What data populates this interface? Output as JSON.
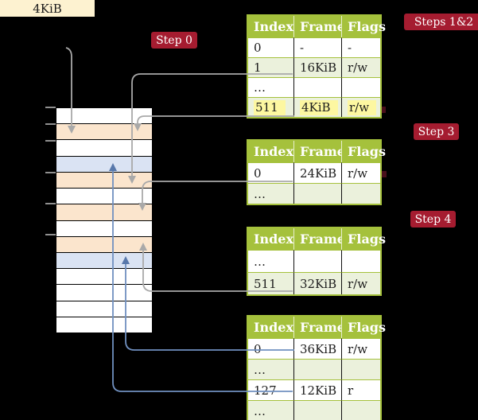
{
  "frame_label_box": {
    "label": "4KiB"
  },
  "badges": {
    "step0": {
      "label": "Step 0"
    },
    "steps12": {
      "label": "Steps 1&2"
    },
    "step3": {
      "label": "Step 3"
    },
    "step4": {
      "label": "Step 4"
    }
  },
  "memory": {
    "description": "physical memory column, 14 frame rows top to bottom",
    "rows": [
      {
        "css": "mrow white"
      },
      {
        "css": "mrow orange"
      },
      {
        "css": "mrow white"
      },
      {
        "css": "mrow blue"
      },
      {
        "css": "mrow orange"
      },
      {
        "css": "mrow white"
      },
      {
        "css": "mrow orange"
      },
      {
        "css": "mrow white"
      },
      {
        "css": "mrow orange"
      },
      {
        "css": "mrow blue"
      },
      {
        "css": "mrow white"
      },
      {
        "css": "mrow white"
      },
      {
        "css": "mrow white"
      },
      {
        "css": "mrow white"
      }
    ]
  },
  "tables": [
    {
      "name": "page-table-top",
      "headers": [
        "Index",
        "Frame",
        "Flags"
      ],
      "rows": [
        [
          "0",
          "-",
          "-"
        ],
        [
          "1",
          "16KiB",
          "r/w"
        ],
        [
          "…",
          "",
          ""
        ],
        [
          "511",
          "4KiB",
          "r/w"
        ]
      ],
      "highlighted_row": "511 | 4KiB | r/w"
    },
    {
      "name": "page-table-second",
      "headers": [
        "Index",
        "Frame",
        "Flags"
      ],
      "rows": [
        [
          "0",
          "24KiB",
          "r/w"
        ],
        [
          "…",
          "",
          ""
        ]
      ]
    },
    {
      "name": "page-table-third",
      "headers": [
        "Index",
        "Frame",
        "Flags"
      ],
      "rows": [
        [
          "…",
          "",
          ""
        ],
        [
          "511",
          "32KiB",
          "r/w"
        ]
      ]
    },
    {
      "name": "page-table-bottom",
      "headers": [
        "Index",
        "Frame",
        "Flags"
      ],
      "rows": [
        [
          "0",
          "36KiB",
          "r/w"
        ],
        [
          "…",
          "",
          ""
        ],
        [
          "127",
          "12KiB",
          "r"
        ],
        [
          "…",
          "",
          ""
        ]
      ]
    }
  ],
  "colors": {
    "badge_red": "#a51c30",
    "table_header_green": "#a5c13c",
    "table_row_pale_green": "#ebf1dc",
    "highlight_yellow": "#fdf7a1",
    "frame_label_cream": "#fdf2d0",
    "memory_row_orange": "#fbe5cd",
    "memory_row_blue": "#dae3f3",
    "connector_grey": "#a9a9a9",
    "connector_blue": "#7090c0",
    "background": "#000000"
  }
}
